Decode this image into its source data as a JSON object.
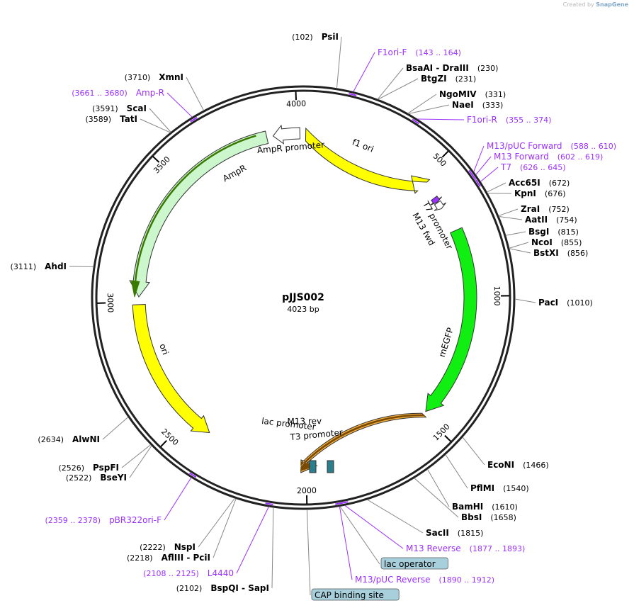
{
  "credit": {
    "prefix": "Created by",
    "logo": "SnapGene"
  },
  "plasmid": {
    "name": "pJJS002",
    "size_label": "4023 bp",
    "length": 4023
  },
  "colors": {
    "backbone": "#222222",
    "feature_text": "#000000",
    "primer": "#9B30FF",
    "site_label": "#000000",
    "f1ori": "#FFFF00",
    "amp": "#CCF7CC",
    "amp_orf": "#3A7A00",
    "egfp": "#11EE11",
    "ori": "#FFFF00",
    "l4440": "#F5B041",
    "lac_operator": "#2A7F8F",
    "cap_site": "#2A7F8F",
    "badge_bg": "#A8D0DC"
  },
  "ticks": [
    {
      "pos": 500,
      "label": "500"
    },
    {
      "pos": 1000,
      "label": "1000"
    },
    {
      "pos": 1500,
      "label": "1500"
    },
    {
      "pos": 2000,
      "label": "2000"
    },
    {
      "pos": 2500,
      "label": "2500"
    },
    {
      "pos": 3000,
      "label": "3000"
    },
    {
      "pos": 3500,
      "label": "3500"
    },
    {
      "pos": 4000,
      "label": "4000"
    }
  ],
  "features": [
    {
      "name": "f1 ori",
      "start": 10,
      "end": 465,
      "strand": "-",
      "color": "f1ori"
    },
    {
      "name": "AmpR promoter",
      "start": 4010,
      "end": 3900,
      "strand": "-",
      "color": "white"
    },
    {
      "name": "AmpR",
      "start": 3880,
      "end": 3020,
      "strand": "-",
      "color": "amp"
    },
    {
      "name": "T7 promoter",
      "start": 612,
      "end": 640,
      "strand": "+",
      "color": "white"
    },
    {
      "name": "M13 fwd",
      "start": 590,
      "end": 610,
      "strand": "+",
      "color": "primer"
    },
    {
      "name": "mEGFP",
      "start": 740,
      "end": 1485,
      "strand": "+",
      "color": "egfp"
    },
    {
      "name": "ori",
      "start": 2990,
      "end": 2400,
      "strand": "-",
      "color": "ori"
    },
    {
      "name": "L4440",
      "start": 1500,
      "end": 1960,
      "strand": "-",
      "color": "l4440"
    }
  ],
  "small_labels": {
    "m13_rev": "M13 rev",
    "t3_promoter": "T3 promoter",
    "lac_promoter": "lac promoter"
  },
  "sites": [
    {
      "name": "PsiI",
      "pos": "(102)",
      "type": "enzyme"
    },
    {
      "name": "F1ori-F",
      "pos": "(143 .. 164)",
      "type": "primer"
    },
    {
      "name": "BsaAI - DraIII",
      "pos": "(230)",
      "type": "enzyme"
    },
    {
      "name": "BtgZI",
      "pos": "(231)",
      "type": "enzyme"
    },
    {
      "name": "NgoMIV",
      "pos": "(331)",
      "type": "enzyme"
    },
    {
      "name": "NaeI",
      "pos": "(333)",
      "type": "enzyme"
    },
    {
      "name": "F1ori-R",
      "pos": "(355 .. 374)",
      "type": "primer"
    },
    {
      "name": "M13/pUC Forward",
      "pos": "(588 .. 610)",
      "type": "primer"
    },
    {
      "name": "M13 Forward",
      "pos": "(602 .. 619)",
      "type": "primer"
    },
    {
      "name": "T7",
      "pos": "(626 .. 645)",
      "type": "primer"
    },
    {
      "name": "Acc65I",
      "pos": "(672)",
      "type": "enzyme"
    },
    {
      "name": "KpnI",
      "pos": "(676)",
      "type": "enzyme"
    },
    {
      "name": "ZraI",
      "pos": "(752)",
      "type": "enzyme"
    },
    {
      "name": "AatII",
      "pos": "(754)",
      "type": "enzyme"
    },
    {
      "name": "BsgI",
      "pos": "(815)",
      "type": "enzyme"
    },
    {
      "name": "NcoI",
      "pos": "(855)",
      "type": "enzyme"
    },
    {
      "name": "BstXI",
      "pos": "(856)",
      "type": "enzyme"
    },
    {
      "name": "PacI",
      "pos": "(1010)",
      "type": "enzyme"
    },
    {
      "name": "EcoNI",
      "pos": "(1466)",
      "type": "enzyme"
    },
    {
      "name": "PflMI",
      "pos": "(1540)",
      "type": "enzyme"
    },
    {
      "name": "BamHI",
      "pos": "(1610)",
      "type": "enzyme"
    },
    {
      "name": "BbsI",
      "pos": "(1658)",
      "type": "enzyme"
    },
    {
      "name": "SacII",
      "pos": "(1815)",
      "type": "enzyme"
    },
    {
      "name": "M13 Reverse",
      "pos": "(1877 .. 1893)",
      "type": "primer"
    },
    {
      "name": "lac operator",
      "pos": "",
      "type": "badge"
    },
    {
      "name": "M13/pUC Reverse",
      "pos": "(1890 .. 1912)",
      "type": "primer"
    },
    {
      "name": "CAP binding site",
      "pos": "",
      "type": "badge"
    },
    {
      "name": "BspQI - SapI",
      "pos": "(2102)",
      "type": "enzyme"
    },
    {
      "name": "L4440",
      "pos": "(2108 .. 2125)",
      "type": "primer"
    },
    {
      "name": "AflIII - PciI",
      "pos": "(2218)",
      "type": "enzyme"
    },
    {
      "name": "NspI",
      "pos": "(2222)",
      "type": "enzyme"
    },
    {
      "name": "pBR322ori-F",
      "pos": "(2359 .. 2378)",
      "type": "primer"
    },
    {
      "name": "BseYI",
      "pos": "(2522)",
      "type": "enzyme"
    },
    {
      "name": "PspFI",
      "pos": "(2526)",
      "type": "enzyme"
    },
    {
      "name": "AlwNI",
      "pos": "(2634)",
      "type": "enzyme"
    },
    {
      "name": "AhdI",
      "pos": "(3111)",
      "type": "enzyme"
    },
    {
      "name": "TatI",
      "pos": "(3589)",
      "type": "enzyme"
    },
    {
      "name": "ScaI",
      "pos": "(3591)",
      "type": "enzyme"
    },
    {
      "name": "Amp-R",
      "pos": "(3661 .. 3680)",
      "type": "primer"
    },
    {
      "name": "XmnI",
      "pos": "(3710)",
      "type": "enzyme"
    }
  ]
}
